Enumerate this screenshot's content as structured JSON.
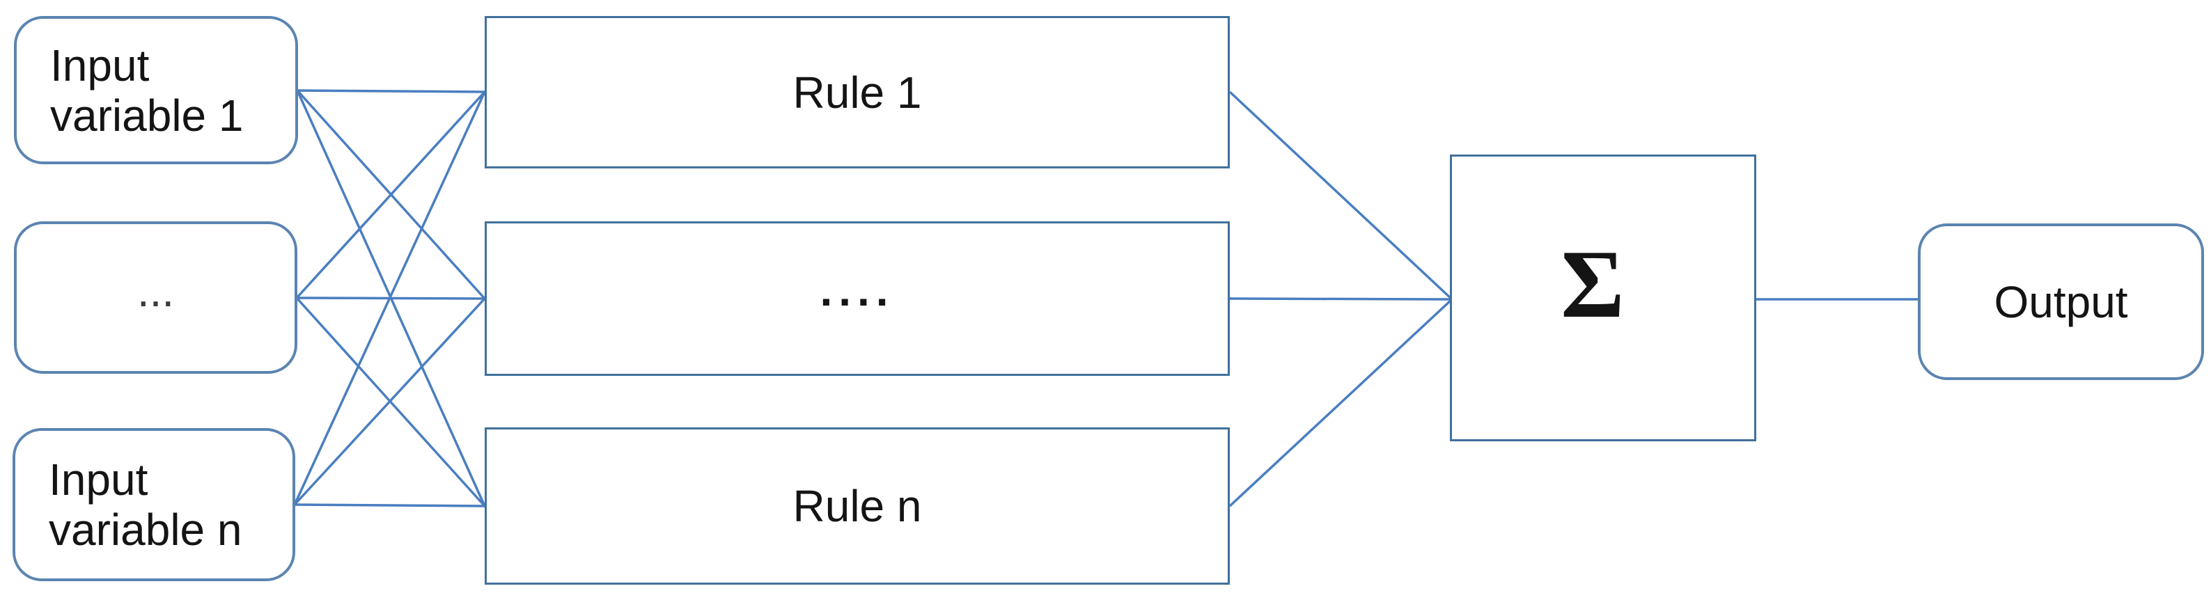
{
  "colors": {
    "connector": "#4a7ec0",
    "box_border": "#41719c",
    "rounded_box_border": "#5b84b1",
    "text": "#141414",
    "background": "#ffffff"
  },
  "nodes": {
    "input1": {
      "label": "Input variable 1"
    },
    "input2": {
      "label": "..."
    },
    "input3": {
      "label": "Input variable n"
    },
    "rule1": {
      "label": "Rule 1"
    },
    "rule2": {
      "label": "...."
    },
    "rule3": {
      "label": "Rule n"
    },
    "sum": {
      "label": "Σ"
    },
    "output": {
      "label": "Output"
    }
  },
  "edges": [
    {
      "from": "input1",
      "to": "rule1"
    },
    {
      "from": "input1",
      "to": "rule2"
    },
    {
      "from": "input1",
      "to": "rule3"
    },
    {
      "from": "input2",
      "to": "rule1"
    },
    {
      "from": "input2",
      "to": "rule2"
    },
    {
      "from": "input2",
      "to": "rule3"
    },
    {
      "from": "input3",
      "to": "rule1"
    },
    {
      "from": "input3",
      "to": "rule2"
    },
    {
      "from": "input3",
      "to": "rule3"
    },
    {
      "from": "rule1",
      "to": "sum"
    },
    {
      "from": "rule2",
      "to": "sum"
    },
    {
      "from": "rule3",
      "to": "sum"
    },
    {
      "from": "sum",
      "to": "output"
    }
  ]
}
